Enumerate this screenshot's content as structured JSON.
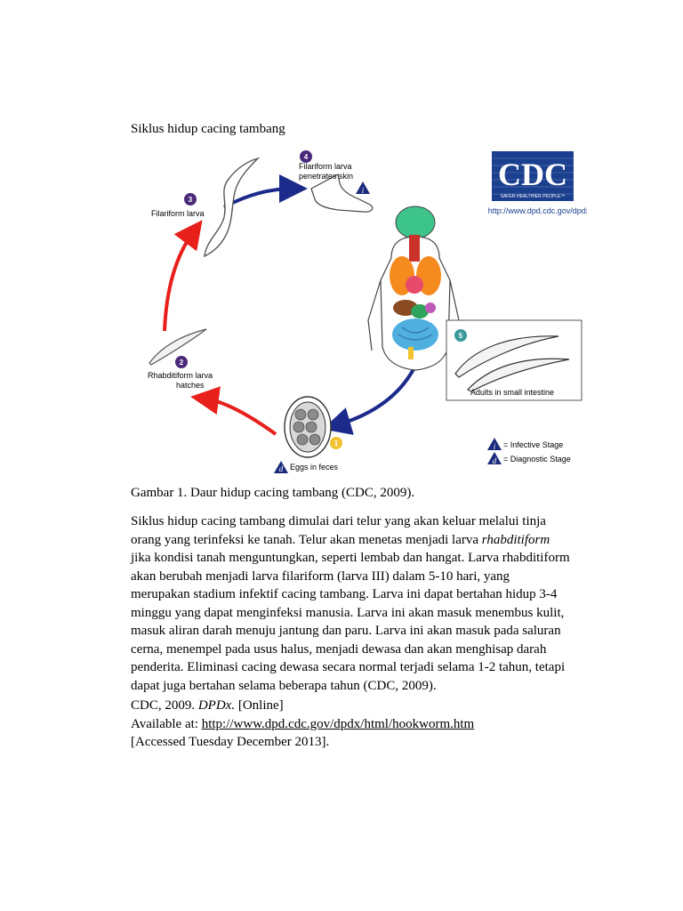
{
  "heading": "Siklus hidup cacing tambang",
  "figure": {
    "stages": [
      {
        "num": "1",
        "label": "Eggs in feces",
        "color": "#f2c230"
      },
      {
        "num": "2",
        "label": "Rhabditiform larva",
        "label2": "hatches",
        "color": "#4b2a7a"
      },
      {
        "num": "3",
        "label": "Filariform larva",
        "color": "#4b2a7a"
      },
      {
        "num": "4",
        "label": "Filariform larva",
        "label2": "penetrates skin",
        "color": "#4b2a7a"
      },
      {
        "num": "5",
        "label": "Adults in small intestine",
        "color": "#3a9a9a"
      }
    ],
    "logo_text": "CDC",
    "logo_tagline": "SAFER·HEALTHIER·PEOPLE™",
    "url": "http://www.dpd.cdc.gov/dpdx",
    "legend": {
      "infective_mark": "i",
      "infective": "= Infective Stage",
      "diagnostic_mark": "d",
      "diagnostic": "= Diagnostic Stage"
    },
    "colors": {
      "red_arrow": "#e8201c",
      "blue_arrow": "#1c2a8c",
      "logo_blue": "#1b3f8f"
    }
  },
  "caption": "Gambar 1. Daur hidup cacing tambang (CDC, 2009).",
  "paragraph": {
    "line1": "Siklus hidup cacing tambang dimulai dari telur yang akan keluar melalui tinja",
    "line2_a": "orang yang terinfeksi ke tanah. Telur akan menetas menjadi larva ",
    "line2_em": "rhabditiform",
    "line3": "jika kondisi tanah menguntungkan, seperti lembab dan hangat. Larva rhabditiform",
    "line4": "akan berubah menjadi larva filariform (larva III) dalam 5-10 hari, yang",
    "line5": "merupakan stadium infektif cacing tambang. Larva ini dapat bertahan hidup 3-4",
    "line6": "minggu yang dapat menginfeksi manusia. Larva ini akan masuk menembus kulit,",
    "line7": "masuk aliran darah menuju jantung dan paru. Larva ini akan masuk pada saluran",
    "line8": "cerna, menempel pada usus halus, menjadi dewasa dan akan menghisap darah",
    "line9": "penderita. Eliminasi cacing dewasa secara normal terjadi selama 1-2 tahun, tetapi",
    "line10": "dapat juga bertahan selama beberapa tahun (CDC, 2009)."
  },
  "reference": {
    "line1_a": "CDC, 2009. ",
    "line1_em": "DPDx.",
    "line1_b": " [Online]",
    "line2_a": "Available at: ",
    "line2_link": "http://www.dpd.cdc.gov/dpdx/html/hookworm.htm",
    "line3": "[Accessed Tuesday December 2013]."
  }
}
